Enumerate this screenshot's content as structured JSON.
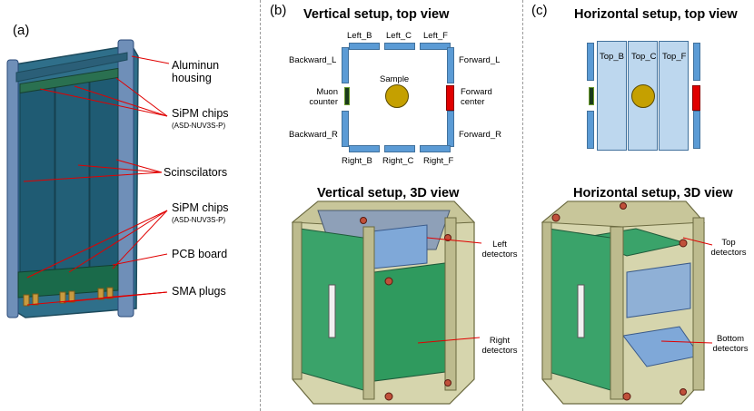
{
  "panel_a": {
    "letter": "(a)",
    "callouts": {
      "aluminum_housing": [
        "Aluminun",
        "housing"
      ],
      "sipm_top": "SiPM chips",
      "sipm_top_sub": "(ASD-NUV3S-P)",
      "scintillators": "Scinscilators",
      "sipm_bottom": "SiPM chips",
      "sipm_bottom_sub": "(ASD-NUV3S-P)",
      "pcb": "PCB board",
      "sma": "SMA plugs"
    }
  },
  "panel_b": {
    "letter": "(b)",
    "title_top": "Vertical setup, top view",
    "title_3d": "Vertical setup, 3D view",
    "labels": {
      "left_b": "Left_B",
      "left_c": "Left_C",
      "left_f": "Left_F",
      "backward_l": "Backward_L",
      "forward_l": "Forward_L",
      "sample": "Sample",
      "muon_counter": [
        "Muon",
        "counter"
      ],
      "forward_center": [
        "Forward",
        "center"
      ],
      "backward_r": "Backward_R",
      "forward_r": "Forward_R",
      "right_b": "Right_B",
      "right_c": "Right_C",
      "right_f": "Right_F"
    },
    "callouts_3d": {
      "left_detectors": [
        "Left",
        "detectors"
      ],
      "right_detectors": [
        "Right",
        "detectors"
      ]
    }
  },
  "panel_c": {
    "letter": "(c)",
    "title_top": "Horizontal setup, top view",
    "title_3d": "Horizontal setup, 3D view",
    "labels": {
      "top_b": "Top_B",
      "top_c": "Top_C",
      "top_f": "Top_F"
    },
    "callouts_3d": {
      "top_detectors": [
        "Top",
        "detectors"
      ],
      "bottom_detectors": [
        "Bottom",
        "detectors"
      ]
    }
  },
  "colors": {
    "detector": "#5b9bd5",
    "detector_light": "#bdd7ee",
    "sample": "#c5a000",
    "forward_center": "#e00000",
    "muon_counter": "#1a3a1a",
    "frame": "#c8c69a",
    "pcb": "#3aa36a",
    "callout_line": "#e00000"
  }
}
